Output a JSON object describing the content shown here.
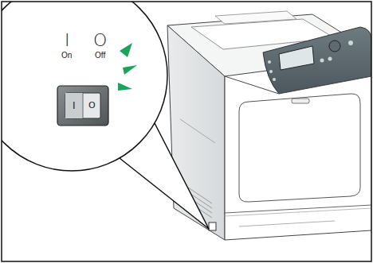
{
  "diagram": {
    "labels": [
      "I",
      "On",
      "O",
      "Off",
      "I",
      "O"
    ]
  }
}
